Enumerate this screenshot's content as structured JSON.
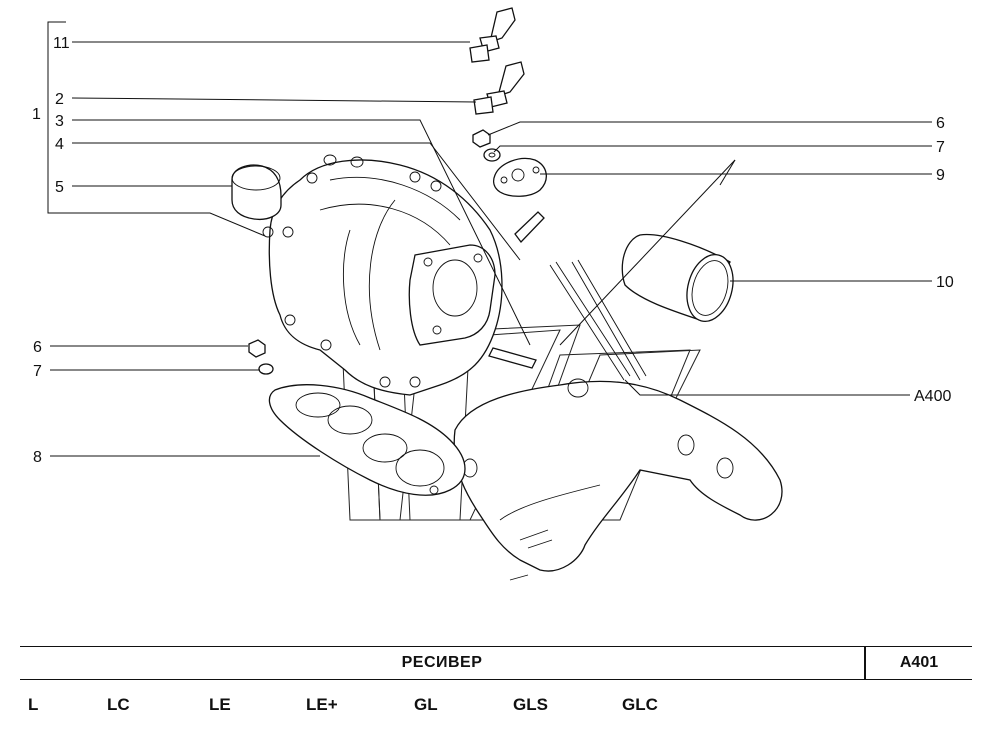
{
  "diagram": {
    "callouts": {
      "c11": "11",
      "c2": "2",
      "c1": "1",
      "c3": "3",
      "c4": "4",
      "c5": "5",
      "c6_top": "6",
      "c7_top": "7",
      "c9": "9",
      "c10": "10",
      "c6_left": "6",
      "c7_left": "7",
      "c8": "8",
      "cA400": "A400"
    }
  },
  "title_bar": {
    "title": "РЕСИВЕР",
    "code": "A401"
  },
  "variants": [
    "L",
    "LC",
    "LE",
    "LE+",
    "GL",
    "GLS",
    "GLC"
  ]
}
